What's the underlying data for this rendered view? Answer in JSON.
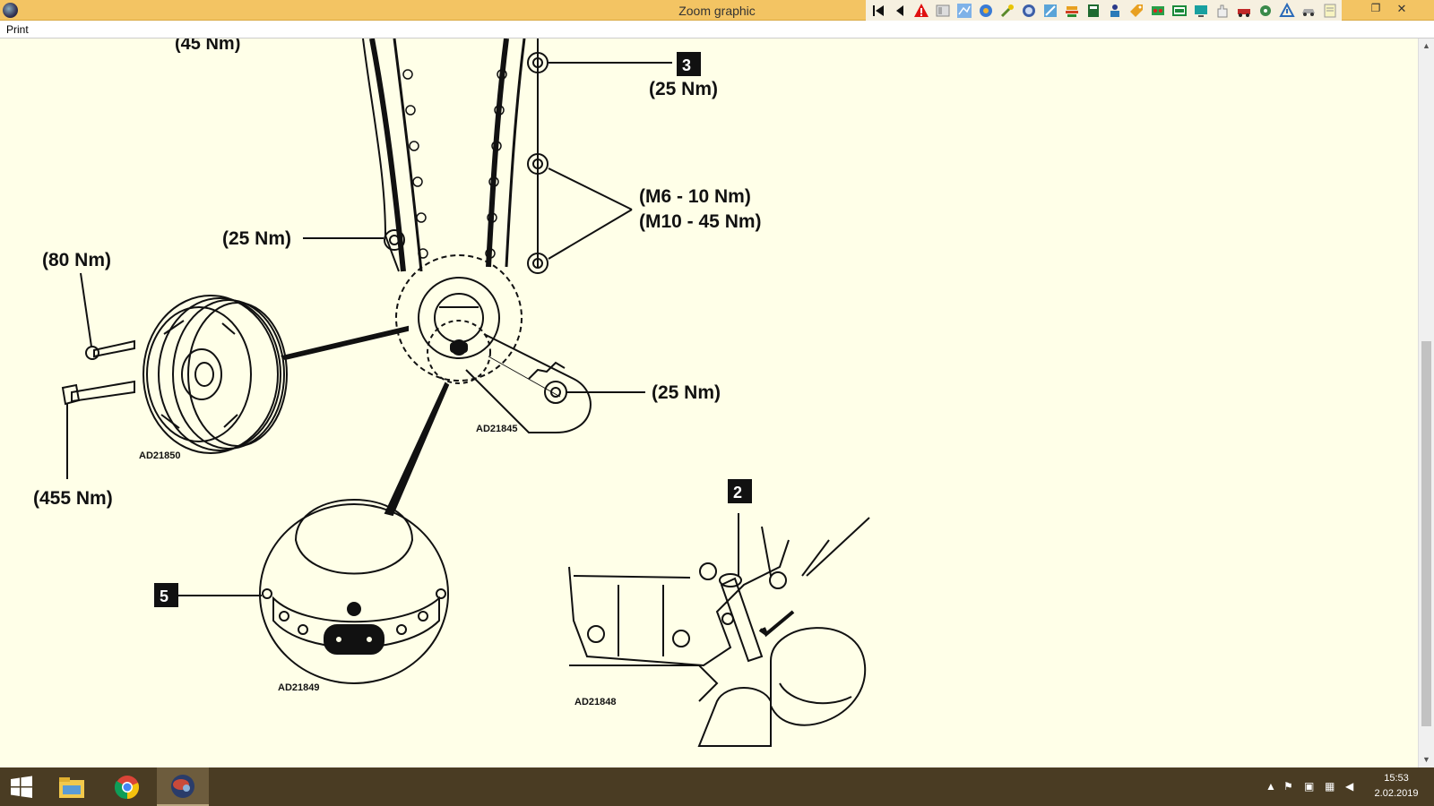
{
  "window": {
    "title": "Zoom graphic",
    "restore_glyph": "❐",
    "close_glyph": "✕"
  },
  "menu": {
    "print": "Print"
  },
  "toolbar": {
    "icons": [
      "first-page-icon",
      "prev-page-icon",
      "warning-icon",
      "document-icon",
      "diagram-icon",
      "engine-icon",
      "wrench-icon",
      "gauge-icon",
      "tools-icon",
      "car-lift-icon",
      "book-icon",
      "mechanic-icon",
      "tag-icon",
      "electrical-icon",
      "battery-icon",
      "display-icon",
      "hand-icon",
      "vehicle-icon",
      "settings-icon",
      "hazard-icon",
      "car-icon",
      "notes-icon"
    ]
  },
  "drawing": {
    "labels": {
      "top_partial": "(45 Nm)",
      "upper_right_torque": "(25 Nm)",
      "m6": "(M6 - 10 Nm)",
      "m10": "(M10 - 45 Nm)",
      "left_guide_torque": "(25 Nm)",
      "pulley_bolt_small": "(80 Nm)",
      "pulley_bolt_large": "(455 Nm)",
      "sprocket_torque": "(25 Nm)"
    },
    "callouts": {
      "c3": "3",
      "c2": "2",
      "c5": "5"
    },
    "codes": {
      "pulley": "AD21850",
      "chain": "AD21845",
      "detail": "AD21849",
      "tool": "AD21848"
    }
  },
  "taskbar": {
    "time": "15:53",
    "date": "2.02.2019"
  }
}
